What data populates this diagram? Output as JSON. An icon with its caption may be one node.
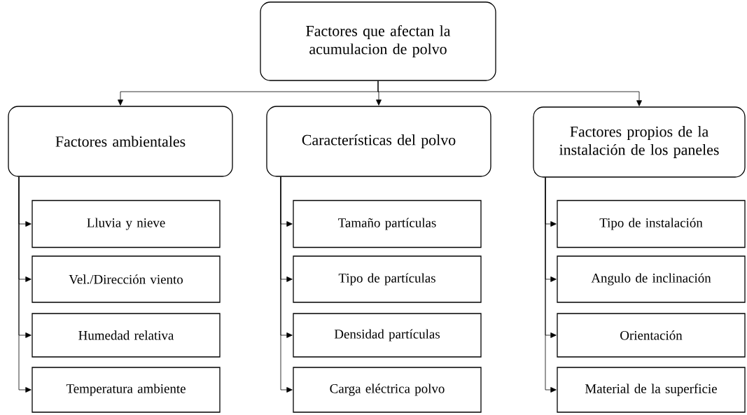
{
  "diagram": {
    "nodes": [
      {
        "text": [
          "Factores que afectan la acumulacion de polvo"
        ]
      },
      {
        "text": [
          "Factores ambientales"
        ]
      },
      {
        "text": [
          "Características del polvo"
        ]
      },
      {
        "text": [
          "Factores propios de la instalación de los paneles"
        ]
      },
      {
        "text": [
          "Lluvia y nieve"
        ]
      },
      {
        "text": [
          "Vel./Dirección viento"
        ]
      },
      {
        "text": [
          "Humedad relativa"
        ]
      },
      {
        "text": [
          "Temperatura ambiente"
        ]
      },
      {
        "text": [
          "Tamaño partículas"
        ]
      },
      {
        "text": [
          "Tipo de partículas"
        ]
      },
      {
        "text": [
          "Densidad partículas"
        ]
      },
      {
        "text": [
          "Carga eléctrica polvo"
        ]
      },
      {
        "text": [
          "Tipo de instalación"
        ]
      },
      {
        "text": [
          "Angulo de inclinación"
        ]
      },
      {
        "text": [
          "Orientación"
        ]
      },
      {
        "text": [
          "Material de la superficie"
        ]
      }
    ],
    "edges": [
      {
        "from": 0,
        "to": 1,
        "arrow": "to"
      },
      {
        "from": 0,
        "to": 2,
        "arrow": "to"
      },
      {
        "from": 0,
        "to": 3,
        "arrow": "to"
      },
      {
        "from": 1,
        "to": 4,
        "arrow": "to"
      },
      {
        "from": 1,
        "to": 5,
        "arrow": "to"
      },
      {
        "from": 1,
        "to": 6,
        "arrow": "to"
      },
      {
        "from": 1,
        "to": 7,
        "arrow": "to"
      },
      {
        "from": 2,
        "to": 8,
        "arrow": "to"
      },
      {
        "from": 2,
        "to": 9,
        "arrow": "to"
      },
      {
        "from": 2,
        "to": 10,
        "arrow": "to"
      },
      {
        "from": 2,
        "to": 11,
        "arrow": "to"
      },
      {
        "from": 3,
        "to": 12,
        "arrow": "to"
      },
      {
        "from": 3,
        "to": 13,
        "arrow": "to"
      },
      {
        "from": 3,
        "to": 14,
        "arrow": "to"
      },
      {
        "from": 3,
        "to": 15,
        "arrow": "to"
      }
    ]
  }
}
